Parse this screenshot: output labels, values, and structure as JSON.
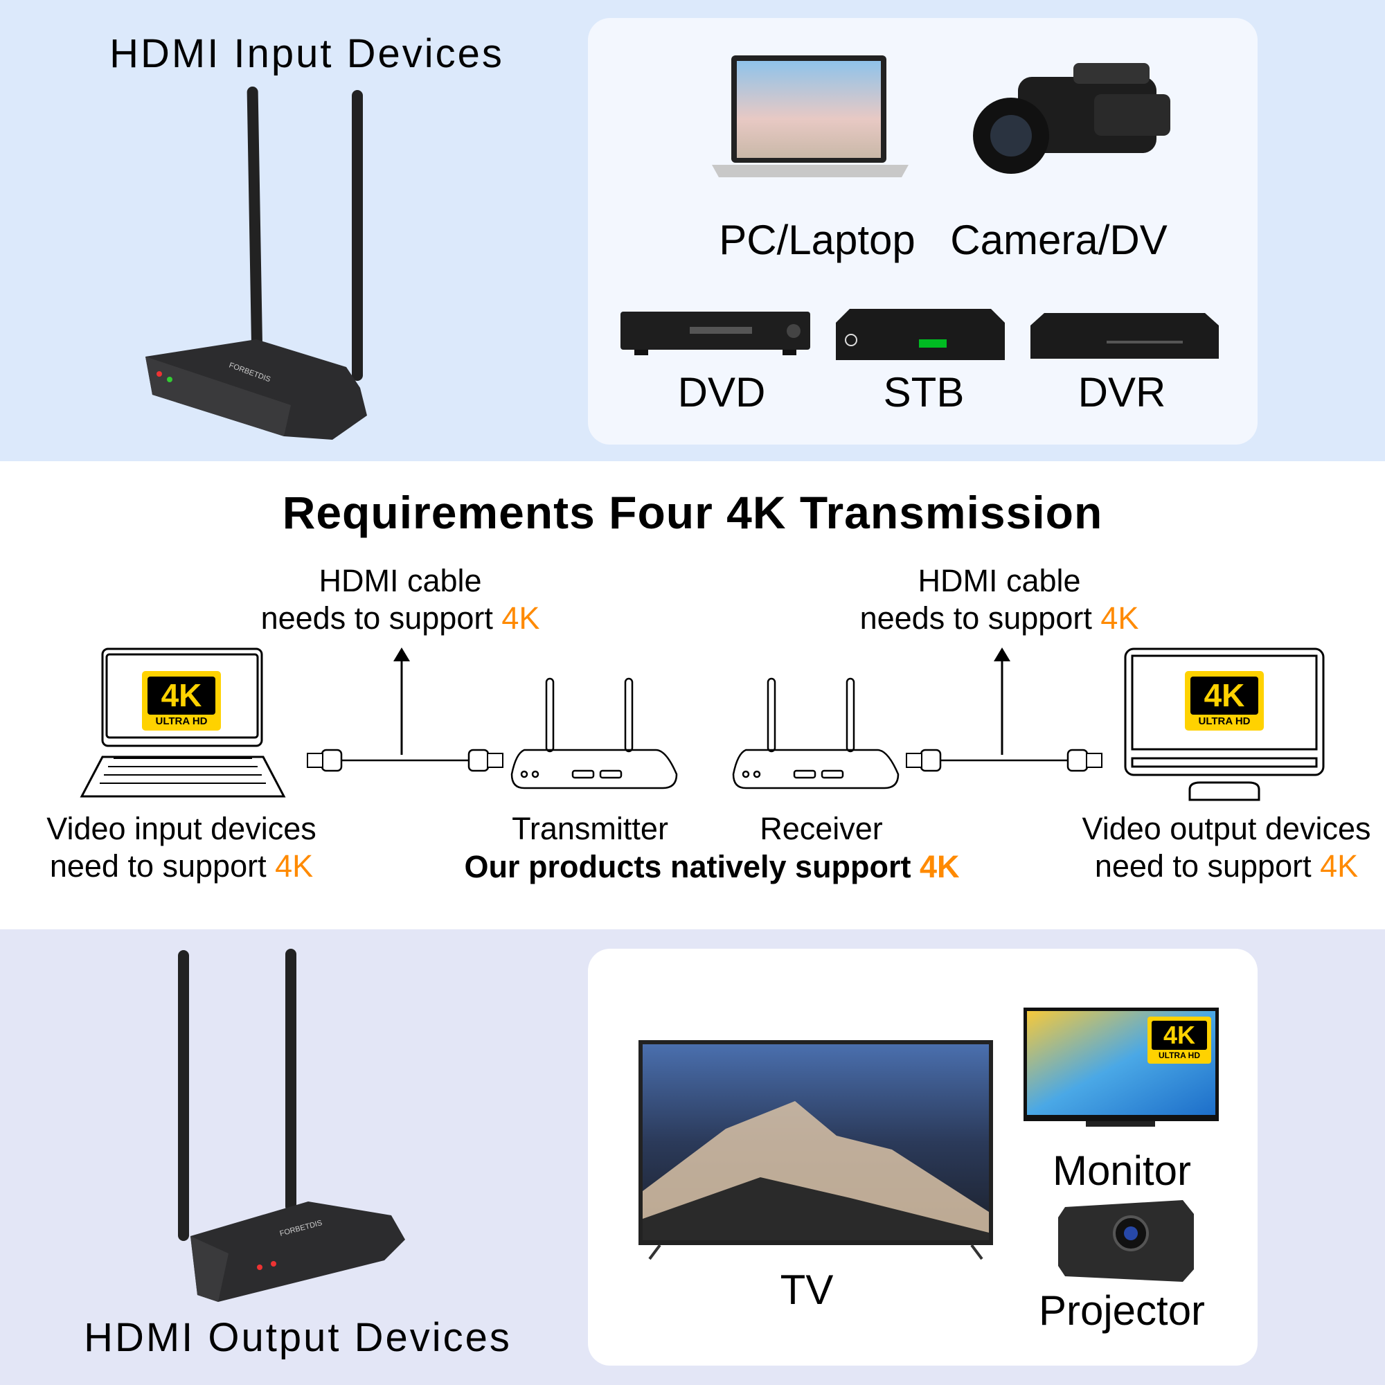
{
  "top": {
    "title": "HDMI Input Devices",
    "devices": [
      {
        "label": "PC/Laptop",
        "icon": "laptop-icon"
      },
      {
        "label": "Camera/DV",
        "icon": "camera-icon"
      },
      {
        "label": "DVD",
        "icon": "dvd-player-icon"
      },
      {
        "label": "STB",
        "icon": "set-top-box-icon"
      },
      {
        "label": "DVR",
        "icon": "dvr-icon"
      }
    ],
    "product_brand": "FORBETDIS"
  },
  "middle": {
    "title": "Requirements Four 4K Transmission",
    "cable_left": {
      "line1": "HDMI cable",
      "line2": "needs to support ",
      "highlight": "4K"
    },
    "cable_right": {
      "line1": "HDMI cable",
      "line2": "needs to support ",
      "highlight": "4K"
    },
    "input_label": {
      "line1": "Video input devices",
      "line2": "need to support ",
      "highlight": "4K"
    },
    "transmitter": "Transmitter",
    "receiver": "Receiver",
    "native": {
      "text": "Our products natively support ",
      "highlight": "4K"
    },
    "output_label": {
      "line1": "Video output devices",
      "line2": "need to support ",
      "highlight": "4K"
    },
    "badge": {
      "big": "4K",
      "small": "ULTRA HD"
    }
  },
  "bottom": {
    "title": "HDMI Output Devices",
    "devices": [
      {
        "label": "TV",
        "icon": "tv-icon"
      },
      {
        "label": "Monitor",
        "icon": "monitor-icon"
      },
      {
        "label": "Projector",
        "icon": "projector-icon"
      }
    ]
  },
  "colors": {
    "accent": "#ff8a00",
    "badge_yellow": "#ffd200",
    "top_bg": "#dce9fb",
    "bottom_bg": "#e3e6f6"
  }
}
